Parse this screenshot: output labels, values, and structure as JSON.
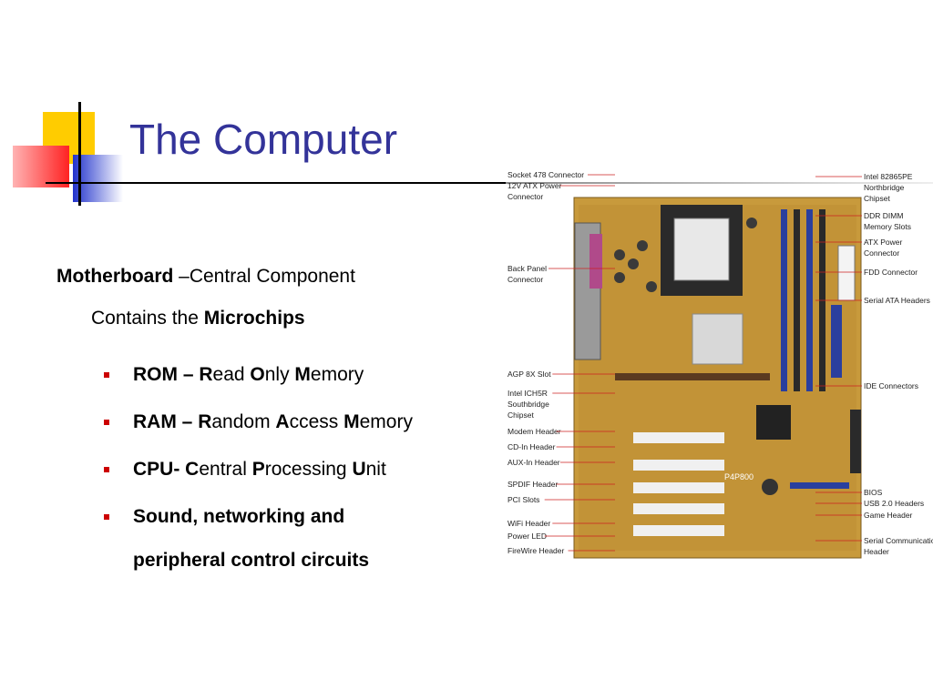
{
  "slide": {
    "title": "The Computer",
    "motherboard_label": "Motherboard",
    "motherboard_desc": " –Central Component",
    "contains_prefix": "Contains the ",
    "contains_bold": "Microchips",
    "bullets": [
      {
        "lead": "ROM – ",
        "parts": [
          [
            "R",
            "ead "
          ],
          [
            "O",
            "nly "
          ],
          [
            "M",
            "emory"
          ]
        ]
      },
      {
        "lead": "RAM – ",
        "parts": [
          [
            "R",
            "andom "
          ],
          [
            "A",
            "ccess "
          ],
          [
            "M",
            "emory"
          ]
        ]
      },
      {
        "lead": "CPU- ",
        "parts": [
          [
            "C",
            "entral "
          ],
          [
            "P",
            "rocessing "
          ],
          [
            "U",
            "nit"
          ]
        ]
      },
      {
        "lead": "Sound, networking and",
        "parts": []
      },
      {
        "lead": "peripheral control circuits",
        "parts": []
      }
    ]
  },
  "diagram": {
    "left_labels": [
      "Socket 478 Connector",
      "12V ATX Power",
      "Connector",
      "Back Panel",
      "Connector",
      "AGP 8X Slot",
      "Intel ICH5R",
      "Southbridge",
      "Chipset",
      "Modem Header",
      "CD-In Header",
      "AUX-In Header",
      "SPDIF Header",
      "PCI Slots",
      "WiFi Header",
      "Power LED",
      "FireWire Header"
    ],
    "right_labels": [
      "Intel 82865PE",
      "Northbridge",
      "Chipset",
      "DDR DIMM",
      "Memory Slots",
      "ATX Power",
      "Connector",
      "FDD Connector",
      "Serial ATA Headers",
      "IDE Connectors",
      "BIOS",
      "USB 2.0 Headers",
      "Game Header",
      "Serial Communications",
      "Header"
    ],
    "board_text": "P4P800",
    "colors": {
      "board": "#c89a3c",
      "slot_blue": "#2a3f9e",
      "slot_white": "#f0f0f0",
      "label_line": "#cc2222"
    }
  }
}
